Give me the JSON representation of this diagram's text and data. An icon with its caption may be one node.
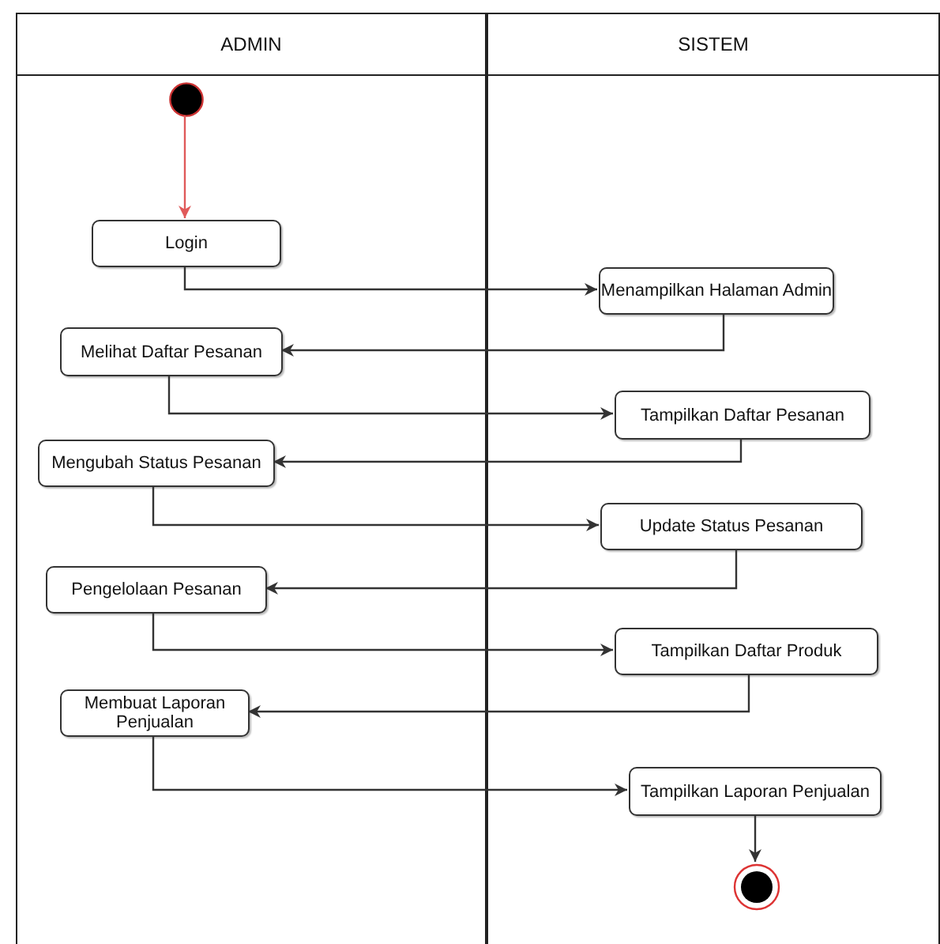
{
  "diagram": {
    "nodes": [
      {
        "text": [
          "ADMIN"
        ]
      },
      {
        "text": [
          "SISTEM"
        ]
      },
      {
        "text": [],
        "shape": "circle",
        "in": 0
      },
      {
        "text": [
          "Login"
        ],
        "in": 0
      },
      {
        "text": [
          "Menampilkan Halaman Admin"
        ],
        "in": 1
      },
      {
        "text": [
          "Melihat Daftar Pesanan"
        ],
        "in": 0
      },
      {
        "text": [
          "Tampilkan Daftar Pesanan"
        ],
        "in": 1
      },
      {
        "text": [
          "Mengubah Status Pesanan"
        ],
        "in": 0
      },
      {
        "text": [
          "Update Status Pesanan"
        ],
        "in": 1
      },
      {
        "text": [
          "Pengelolaan Pesanan"
        ],
        "in": 0
      },
      {
        "text": [
          "Tampilkan Daftar Produk"
        ],
        "in": 1
      },
      {
        "text": [
          "Membuat Laporan Penjualan"
        ],
        "in": 0
      },
      {
        "text": [
          "Tampilkan Laporan Penjualan"
        ],
        "in": 1
      },
      {
        "text": [],
        "shape": "circle",
        "in": 1
      }
    ],
    "edges": [
      {
        "from": 2,
        "to": 3,
        "arrow": "to",
        "color": "#e05a5a"
      },
      {
        "from": 3,
        "to": 4,
        "arrow": "to"
      },
      {
        "from": 4,
        "to": 5,
        "arrow": "to"
      },
      {
        "from": 5,
        "to": 6,
        "arrow": "to"
      },
      {
        "from": 6,
        "to": 7,
        "arrow": "to"
      },
      {
        "from": 7,
        "to": 8,
        "arrow": "to"
      },
      {
        "from": 8,
        "to": 9,
        "arrow": "to"
      },
      {
        "from": 9,
        "to": 10,
        "arrow": "to"
      },
      {
        "from": 10,
        "to": 11,
        "arrow": "to"
      },
      {
        "from": 11,
        "to": 12,
        "arrow": "to"
      },
      {
        "from": 12,
        "to": 13,
        "arrow": "to"
      }
    ]
  }
}
